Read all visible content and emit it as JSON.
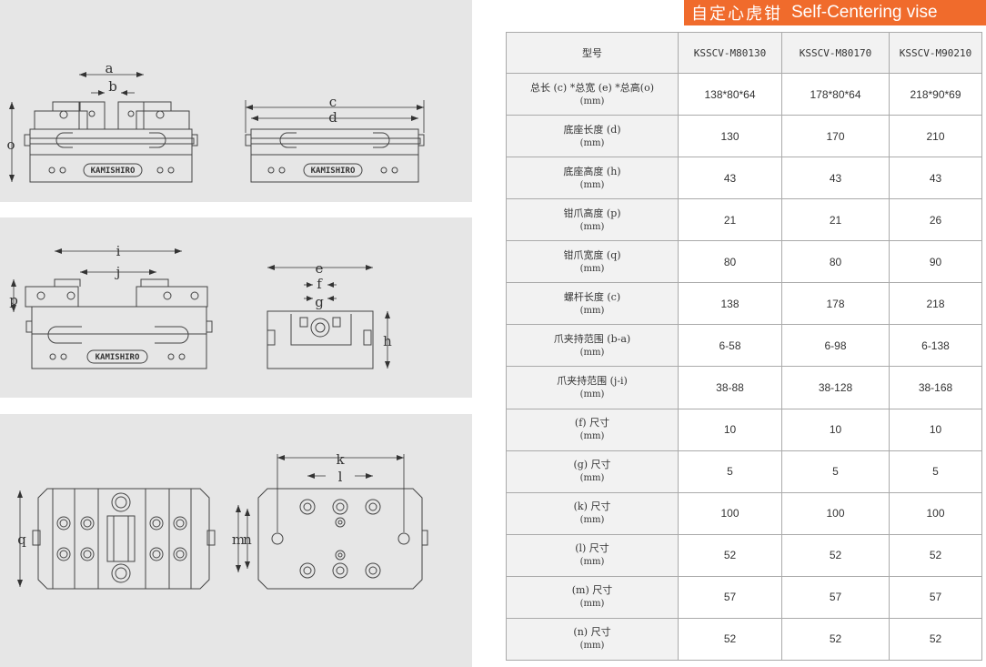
{
  "banner": {
    "cn": "自定心虎钳",
    "en": "Self-Centering vise"
  },
  "drawing_labels": {
    "a": "a",
    "b": "b",
    "c": "c",
    "d": "d",
    "o": "o",
    "i": "i",
    "j": "j",
    "p": "p",
    "e": "e",
    "f": "f",
    "g": "g",
    "h": "h",
    "k": "k",
    "l": "l",
    "q": "q",
    "m": "m",
    "n": "n",
    "brand": "KAMISHIRO"
  },
  "table": {
    "headers": [
      "型号",
      "KSSCV-M80130",
      "KSSCV-M80170",
      "KSSCV-M90210"
    ],
    "rows": [
      {
        "label": "总长 (c) *总宽 (e) *总高(o)",
        "unit": "(mm)",
        "values": [
          "138*80*64",
          "178*80*64",
          "218*90*69"
        ]
      },
      {
        "label": "底座长度 (d)",
        "unit": "(mm)",
        "values": [
          "130",
          "170",
          "210"
        ]
      },
      {
        "label": "底座高度 (h)",
        "unit": "(mm)",
        "values": [
          "43",
          "43",
          "43"
        ]
      },
      {
        "label": "钳爪高度 (p)",
        "unit": "(mm)",
        "values": [
          "21",
          "21",
          "26"
        ]
      },
      {
        "label": "钳爪宽度 (q)",
        "unit": "(mm)",
        "values": [
          "80",
          "80",
          "90"
        ]
      },
      {
        "label": "螺杆长度 (c)",
        "unit": "(mm)",
        "values": [
          "138",
          "178",
          "218"
        ]
      },
      {
        "label": "爪夹持范围 (b-a)",
        "unit": "(mm)",
        "values": [
          "6-58",
          "6-98",
          "6-138"
        ]
      },
      {
        "label": "爪夹持范围 (j-i)",
        "unit": "(mm)",
        "values": [
          "38-88",
          "38-128",
          "38-168"
        ]
      },
      {
        "label": "(f) 尺寸",
        "unit": "(mm)",
        "values": [
          "10",
          "10",
          "10"
        ]
      },
      {
        "label": "(g) 尺寸",
        "unit": "(mm)",
        "values": [
          "5",
          "5",
          "5"
        ]
      },
      {
        "label": "(k) 尺寸",
        "unit": "(mm)",
        "values": [
          "100",
          "100",
          "100"
        ]
      },
      {
        "label": "(l) 尺寸",
        "unit": "(mm)",
        "values": [
          "52",
          "52",
          "52"
        ]
      },
      {
        "label": "(m) 尺寸",
        "unit": "(mm)",
        "values": [
          "57",
          "57",
          "57"
        ]
      },
      {
        "label": "(n) 尺寸",
        "unit": "(mm)",
        "values": [
          "52",
          "52",
          "52"
        ]
      }
    ]
  }
}
